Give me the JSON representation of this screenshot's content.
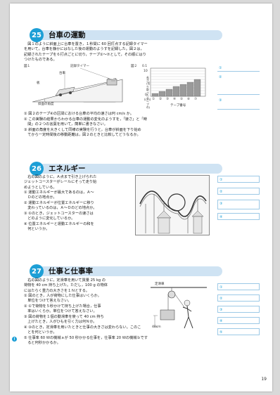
{
  "sections": [
    {
      "number": "25",
      "title": "台車の運動",
      "body": "　図１のように斜面上に台車を置き，１秒間に 60 回打点する記録タイマー\nを用いて，台車を静かにはなした後の運動のようすを記録した。図２は，\n記録されたテープを６打点ごとに切り，テープ①～⑦として，その順にはり\nつけたものである。",
      "fig1": {
        "label": "図１",
        "timer": "記録タイマー",
        "cart": "台車",
        "tape": "テープ",
        "board": "板",
        "angle": "斜面の角度",
        "block": "木片"
      },
      "fig2": {
        "label": "図２",
        "y_label": "長さ(切り取ったテープの)",
        "unit": "(cm)",
        "x_label": "テープ番号",
        "yticks": [
          "0.1",
          "10",
          "0"
        ],
        "xticks": [
          "①",
          "②",
          "③",
          "④",
          "⑤",
          "⑥",
          "⑦"
        ]
      },
      "questions": [
        "① 図２のテープ④の区間における台車の平均の速さは何 cm/s か。",
        "② この実験の結果からわかる台車の運動の変化のようすを，「速さ」と「時\n　間」の２つの言葉を用いて，簡単に書きなさい。",
        "③ 斜面の角度を大きくして同様の実験を行うと，台車が斜面を下り始め\n　てから一定時間後の移動距離は，図２のときと比較してどうなるか。"
      ],
      "answers": [
        "①",
        "②",
        "③"
      ]
    },
    {
      "number": "26",
      "title": "エネルギー",
      "body": "　右の図のように，Ａ点まで引き上げられた\nジェットコースターがレールにそって走り始\nめようとしている。",
      "questions": [
        "① 運動エネルギーが最大であるのは，Ａ～\n　Ｄのどの地点か。",
        "② 運動エネルギーが位置エネルギーに移り\n　変わっているのは，Ａ～Ｄのどの地点か。",
        "③ ①のとき，ジェットコースターの速さは\n　どのように変化しているか。",
        "④ 位置エネルギーと運動エネルギーの和を\n　何というか。"
      ],
      "answers": [
        "①",
        "②",
        "③",
        "④"
      ]
    },
    {
      "number": "27",
      "title": "仕事と仕事率",
      "body": "　右の図のように，定滑車を用いて質量 25 kg の\n荷物を 40 cm 持ち上げた。ただし，100 g の物体\nにはたらく重力の大きさを１Ｎとする。",
      "questions": [
        "① 図のとき，人が荷物にした仕事はいくらか。\n　単位をつけて答えなさい。",
        "② ①で荷物を５秒かけて持ち上げた場合，仕事\n　率はいくらか。単位をつけて答えなさい。",
        "③ 図の荷物を１個の動滑車を使って 40 cm 持ち\n　上げたとき，人がひもを引く力は何Ｎか。",
        "④ ③のとき，定滑車を用いたときと仕事の大きさは変わらない。このこ\n　とを何というか。"
      ],
      "extra_question": "⑤ 仕事率 60 Ｗの機械ａが 50 秒かかる仕事を，仕事率 20 Ｗの機械ｂです\n　ると何秒かかるか。",
      "fig": {
        "pulley": "定滑車",
        "mass": "25kg",
        "dist": "40cm"
      },
      "answers": [
        "①",
        "②",
        "③",
        "④",
        "⑤"
      ]
    }
  ],
  "page_number": "19",
  "colors": {
    "accent": "#1d9fd6",
    "bar": "#cfe3f3"
  }
}
